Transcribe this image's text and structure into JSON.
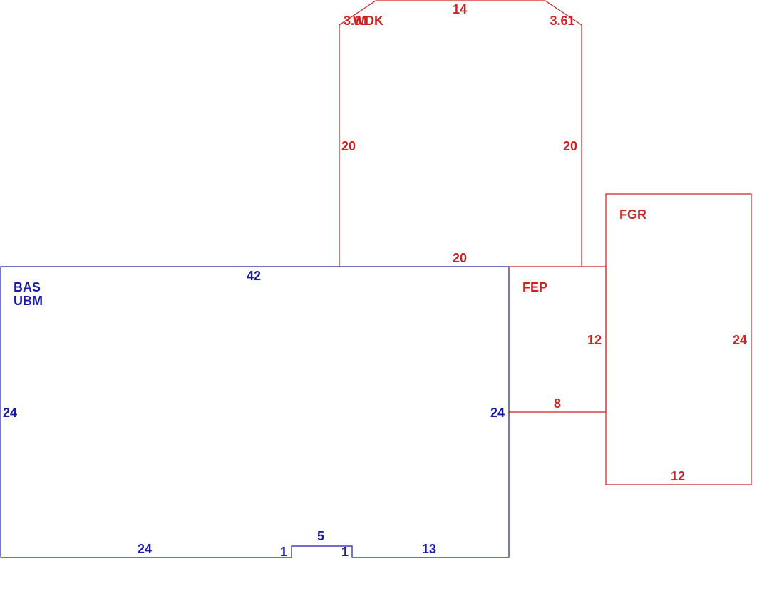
{
  "colors": {
    "main": "#1a1aa6",
    "addition": "#cc2222",
    "background": "#ffffff"
  },
  "areas": {
    "bas": {
      "code": "BAS",
      "sub": "UBM",
      "dims": {
        "top": "42",
        "left": "24",
        "right": "24",
        "bottom_left": "24",
        "notch_left": "1",
        "notch_top": "5",
        "notch_right": "1",
        "bottom_right": "13"
      }
    },
    "wdk": {
      "code": "WDK",
      "dims": {
        "top": "14",
        "chamfer_left": "3.61",
        "chamfer_right": "3.61",
        "left": "20",
        "right": "20",
        "bottom": "20"
      }
    },
    "fep": {
      "code": "FEP",
      "dims": {
        "right": "12",
        "bottom": "8"
      }
    },
    "fgr": {
      "code": "FGR",
      "dims": {
        "right": "24",
        "bottom": "12"
      }
    }
  }
}
